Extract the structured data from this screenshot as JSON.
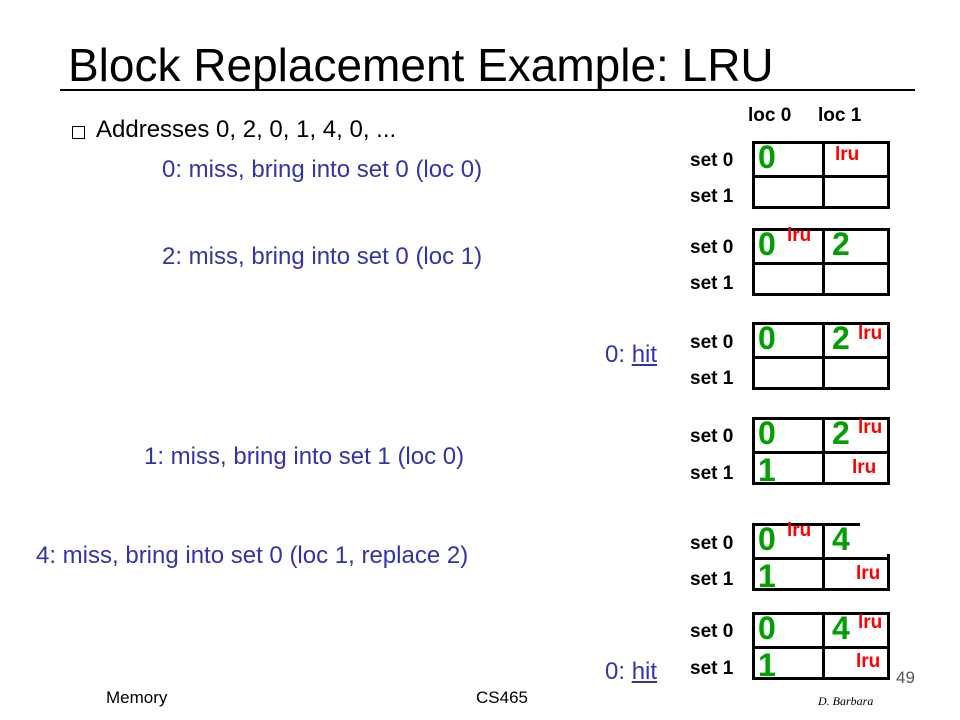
{
  "title": "Block Replacement Example: LRU",
  "addresses": "Addresses 0, 2, 0, 1, 4, 0, ...",
  "steps": [
    {
      "text": "0: miss, bring into set 0 (loc 0)"
    },
    {
      "text": "2: miss, bring into set 0 (loc 1)"
    },
    {
      "prefix": "0: ",
      "hit": "hit"
    },
    {
      "text": "1: miss, bring into set 1 (loc 0)"
    },
    {
      "text": "4: miss, bring into set 0 (loc 1, replace 2)"
    },
    {
      "prefix": "0: ",
      "hit": "hit"
    }
  ],
  "columns": [
    "loc 0",
    "loc 1"
  ],
  "set_labels": [
    "set 0",
    "set 1"
  ],
  "lru_label": "lru",
  "states": [
    {
      "s0l0": "0",
      "s0l1": "",
      "s1l0": "",
      "s1l1": ""
    },
    {
      "s0l0": "0",
      "s0l1": "2",
      "s1l0": "",
      "s1l1": ""
    },
    {
      "s0l0": "0",
      "s0l1": "2",
      "s1l0": "",
      "s1l1": ""
    },
    {
      "s0l0": "0",
      "s0l1": "2",
      "s1l0": "1",
      "s1l1": ""
    },
    {
      "s0l0": "0",
      "s0l1": "4",
      "s1l0": "1",
      "s1l1": ""
    },
    {
      "s0l0": "0",
      "s0l1": "4",
      "s1l0": "1",
      "s1l1": ""
    }
  ],
  "footer": {
    "left": "Memory",
    "center": "CS465",
    "signature": "D. Barbara",
    "page": "49"
  },
  "colors": {
    "step_text": "#3333aa",
    "cache_value": "#00a000",
    "lru_marker": "#ff0000"
  }
}
